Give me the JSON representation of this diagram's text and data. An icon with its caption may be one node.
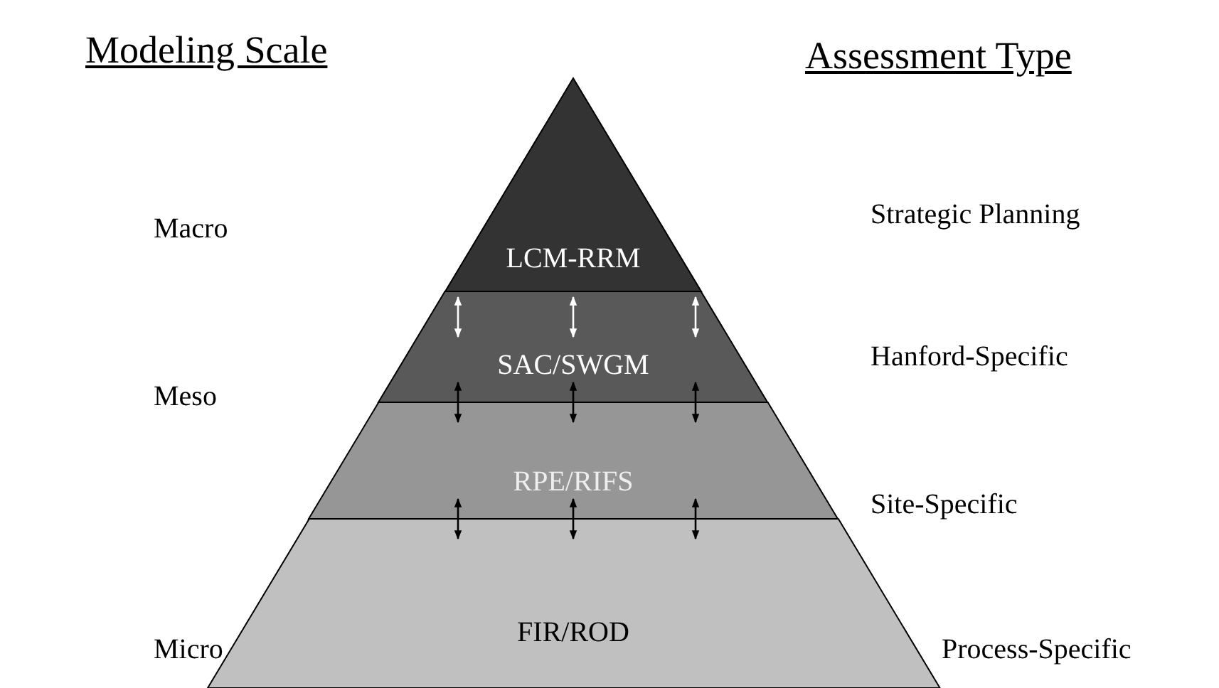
{
  "diagram": {
    "nodes": [
      {
        "text": [
          "LCM-RRM"
        ]
      },
      {
        "text": [
          "SAC/SWGM"
        ]
      },
      {
        "text": [
          "RPE/RIFS"
        ]
      },
      {
        "text": [
          "FIR/ROD"
        ]
      }
    ],
    "edges": [
      {
        "from": 0,
        "to": 1,
        "arrow": "both",
        "color": "#ffffff"
      },
      {
        "from": 0,
        "to": 1,
        "arrow": "both",
        "color": "#ffffff"
      },
      {
        "from": 0,
        "to": 1,
        "arrow": "both",
        "color": "#ffffff"
      },
      {
        "from": 1,
        "to": 2,
        "arrow": "both"
      },
      {
        "from": 1,
        "to": 2,
        "arrow": "both"
      },
      {
        "from": 1,
        "to": 2,
        "arrow": "both"
      },
      {
        "from": 2,
        "to": 3,
        "arrow": "both"
      },
      {
        "from": 2,
        "to": 3,
        "arrow": "both"
      },
      {
        "from": 2,
        "to": 3,
        "arrow": "both"
      }
    ],
    "labels": [
      "Modeling Scale",
      "Assessment Type",
      "Macro",
      "Strategic Planning",
      "Hanford-Specific",
      "Meso",
      "Site-Specific",
      "Micro",
      "Process-Specific"
    ]
  }
}
